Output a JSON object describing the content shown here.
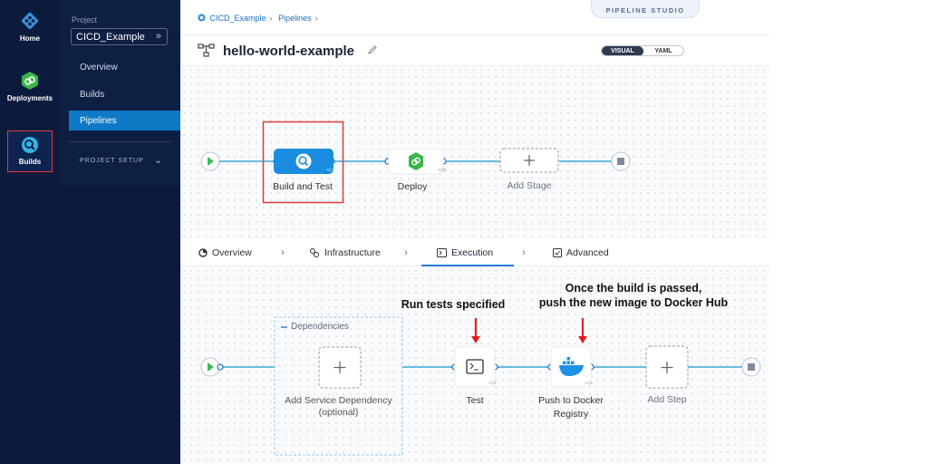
{
  "leftnav": {
    "items": [
      {
        "label": "Home",
        "icon": "home-icon"
      },
      {
        "label": "Deployments",
        "icon": "deployments-icon"
      },
      {
        "label": "Builds",
        "icon": "builds-icon"
      }
    ]
  },
  "project_panel": {
    "label": "Project",
    "selected_project": "CICD_Example",
    "menu": [
      "Overview",
      "Builds",
      "Pipelines"
    ],
    "setup_label": "PROJECT SETUP"
  },
  "header": {
    "breadcrumb": [
      "CICD_Example",
      "Pipelines"
    ],
    "studio_tab": "PIPELINE STUDIO",
    "title": "hello-world-example",
    "view_toggle": {
      "visual": "VISUAL",
      "yaml": "YAML",
      "selected": "VISUAL"
    }
  },
  "pipeline": {
    "stages": [
      {
        "label": "Build and Test",
        "icon": "builds-icon",
        "selected": true
      },
      {
        "label": "Deploy",
        "icon": "deployments-icon"
      },
      {
        "label": "Add Stage",
        "icon": "plus-icon"
      }
    ]
  },
  "stage_tabs": [
    "Overview",
    "Infrastructure",
    "Execution",
    "Advanced"
  ],
  "active_stage_tab": "Execution",
  "execution": {
    "dependencies_title": "Dependencies",
    "add_dependency_line1": "Add Service Dependency",
    "add_dependency_line2": "(optional)",
    "steps": [
      {
        "label": "Test",
        "icon": "terminal-icon"
      },
      {
        "label_line1": "Push to Docker",
        "label_line2": "Registry",
        "icon": "docker-icon"
      },
      {
        "label": "Add Step",
        "icon": "plus-icon"
      }
    ]
  },
  "annotations": {
    "run_tests": "Run tests specified",
    "push_line1": "Once the build is passed,",
    "push_line2": "push the new image to Docker Hub"
  },
  "colors": {
    "nav_bg": "#0b1b3e",
    "accent": "#0e7ac5",
    "highlight_border": "#e53935",
    "arrow": "#e02020",
    "deploy_green": "#39b54a",
    "connector": "#3aa6d8"
  }
}
